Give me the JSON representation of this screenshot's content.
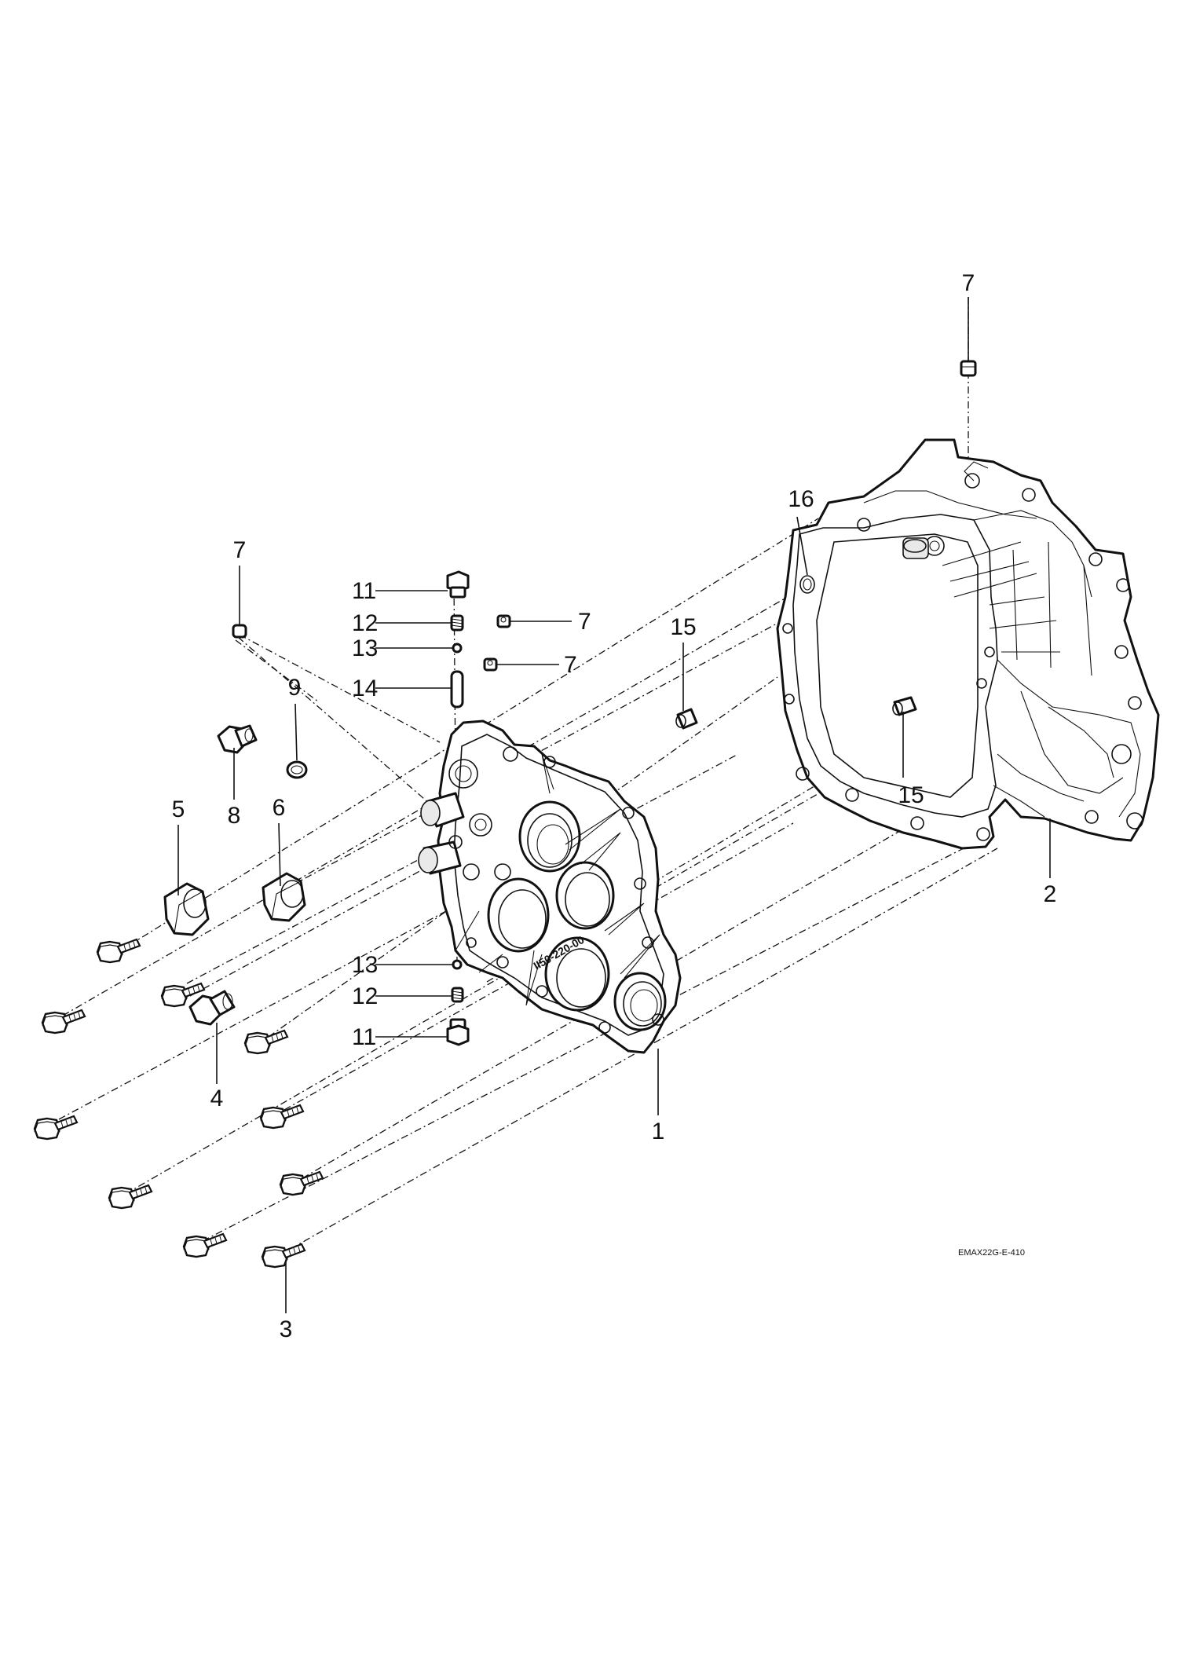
{
  "diagram": {
    "drawing_code": "EMAX22G-E-410",
    "callouts": [
      {
        "id": "c7-top",
        "text": "7"
      },
      {
        "id": "c16",
        "text": "16"
      },
      {
        "id": "c7-left",
        "text": "7"
      },
      {
        "id": "c11-top",
        "text": "11"
      },
      {
        "id": "c12-top",
        "text": "12"
      },
      {
        "id": "c13-top",
        "text": "13"
      },
      {
        "id": "c14",
        "text": "14"
      },
      {
        "id": "c7-mid-a",
        "text": "7"
      },
      {
        "id": "c7-mid-b",
        "text": "7"
      },
      {
        "id": "c15-a",
        "text": "15"
      },
      {
        "id": "c15-b",
        "text": "15"
      },
      {
        "id": "c9",
        "text": "9"
      },
      {
        "id": "c8",
        "text": "8"
      },
      {
        "id": "c5",
        "text": "5"
      },
      {
        "id": "c6",
        "text": "6"
      },
      {
        "id": "c13-bot",
        "text": "13"
      },
      {
        "id": "c12-bot",
        "text": "12"
      },
      {
        "id": "c11-bot",
        "text": "11"
      },
      {
        "id": "c4",
        "text": "4"
      },
      {
        "id": "c1",
        "text": "1"
      },
      {
        "id": "c2",
        "text": "2"
      },
      {
        "id": "c3",
        "text": "3"
      }
    ],
    "casting_mark": "II50-220-00"
  }
}
